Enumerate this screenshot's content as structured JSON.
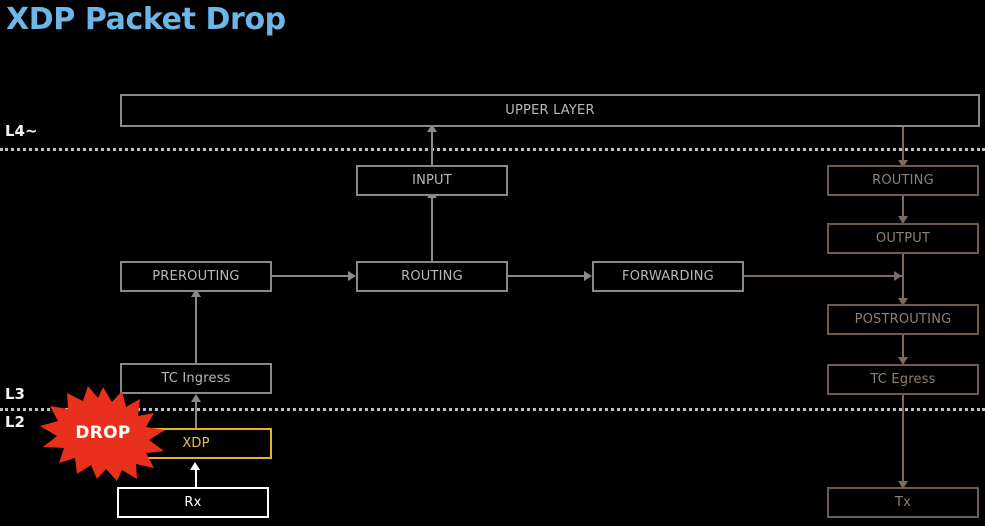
{
  "page": {
    "title": "XDP Packet Drop",
    "title_color": "#6cb6e8",
    "background": "#000000"
  },
  "layer_labels": [
    {
      "id": "l4",
      "text": "L4~"
    },
    {
      "id": "l3",
      "text": "L3"
    },
    {
      "id": "l2",
      "text": "L2"
    }
  ],
  "separators": [
    {
      "id": "l4-boundary",
      "style": "dotted",
      "color": "#bfbfbf"
    },
    {
      "id": "l2-l3-boundary",
      "style": "dotted",
      "color": "#bfbfbf"
    }
  ],
  "nodes": {
    "upper_layer": {
      "label": "UPPER LAYER",
      "color": "#8a8a8a"
    },
    "input": {
      "label": "INPUT",
      "color": "#8a8a8a"
    },
    "prerouting": {
      "label": "PREROUTING",
      "color": "#8a8a8a"
    },
    "routing_mid": {
      "label": "ROUTING",
      "color": "#8a8a8a"
    },
    "forwarding": {
      "label": "FORWARDING",
      "color": "#8a8a8a"
    },
    "tc_ingress": {
      "label": "TC Ingress",
      "color": "#8a8a8a"
    },
    "xdp": {
      "label": "XDP",
      "color": "#e3b425"
    },
    "rx": {
      "label": "Rx",
      "color": "#ffffff"
    },
    "routing_right": {
      "label": "ROUTING",
      "color": "#6b5b50"
    },
    "output": {
      "label": "OUTPUT",
      "color": "#6b5b50"
    },
    "postrouting": {
      "label": "POSTROUTING",
      "color": "#6b5b50"
    },
    "tc_egress": {
      "label": "TC Egress",
      "color": "#6b5b50"
    },
    "tx": {
      "label": "Tx",
      "color": "#6b5b50"
    }
  },
  "badge": {
    "drop": {
      "label": "DROP",
      "fill": "#e8301c",
      "text_color": "#ffffff"
    }
  }
}
